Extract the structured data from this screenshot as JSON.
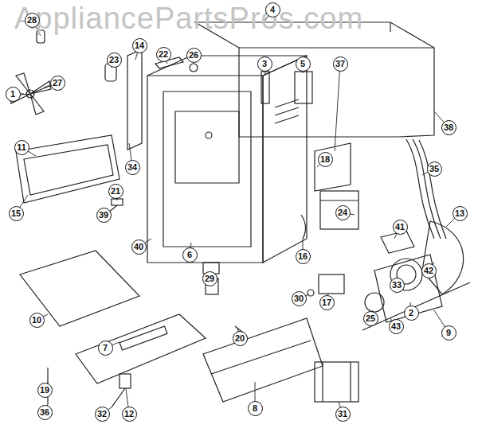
{
  "diagram": {
    "labels": [
      "AppliancePartsPros.com",
      "28",
      "4",
      "14",
      "22",
      "23",
      "26",
      "3",
      "5",
      "37",
      "27",
      "1",
      "38",
      "11",
      "35",
      "18",
      "34",
      "21",
      "15",
      "39",
      "24",
      "13",
      "41",
      "40",
      "6",
      "16",
      "42",
      "29",
      "33",
      "30",
      "17",
      "10",
      "25",
      "43",
      "2",
      "9",
      "20",
      "7",
      "19",
      "36",
      "32",
      "12",
      "8",
      "31"
    ]
  }
}
